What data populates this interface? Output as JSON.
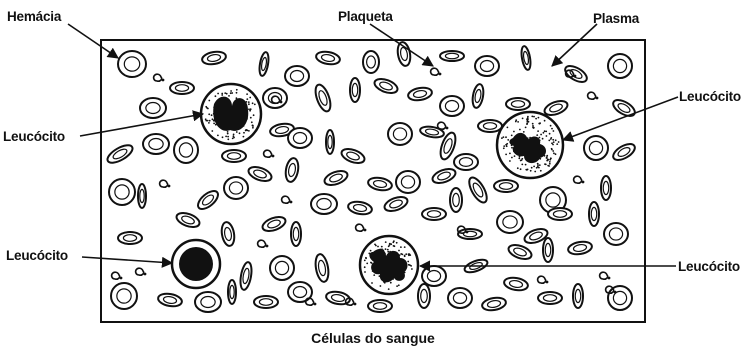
{
  "diagram": {
    "caption": "Células do sangue",
    "labels": {
      "hemacia": "Hemácia",
      "plaqueta": "Plaqueta",
      "plasma": "Plasma",
      "leucocito_top_left": "Leucócito",
      "leucocito_top_right": "Leucócito",
      "leucocito_bottom_left": "Leucócito",
      "leucocito_bottom_right": "Leucócito"
    },
    "colors": {
      "ink": "#111111",
      "background": "#ffffff"
    }
  }
}
